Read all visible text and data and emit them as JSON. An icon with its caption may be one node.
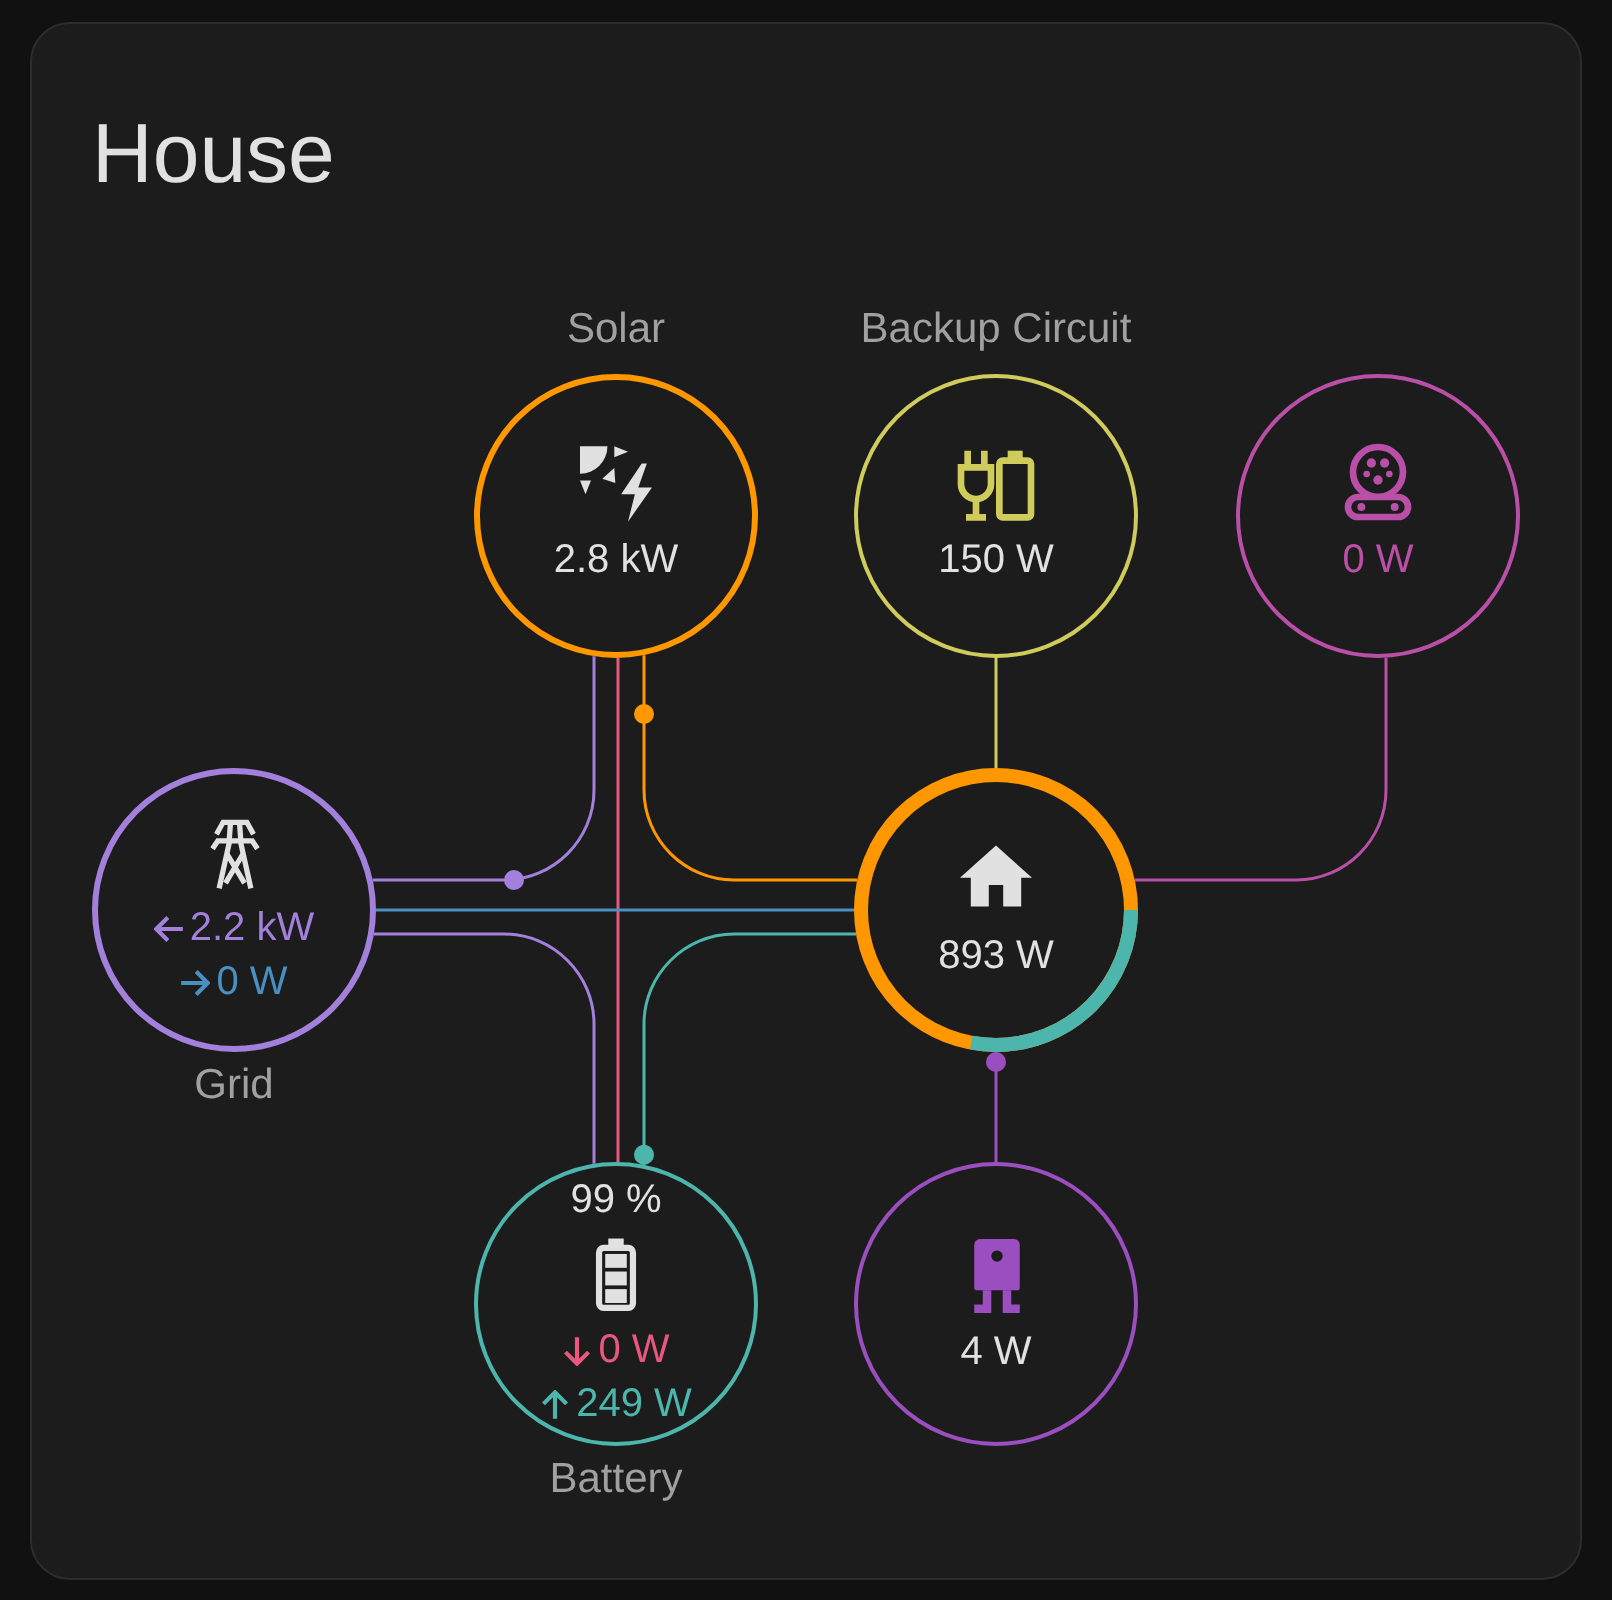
{
  "diagram": {
    "title": "House",
    "nodes": [
      {
        "text": [
          "Solar",
          "2.8 kW"
        ]
      },
      {
        "text": [
          "Backup Circuit",
          "150 W"
        ]
      },
      {
        "text": [
          "0 W"
        ]
      },
      {
        "text": [
          "2.2 kW",
          "0 W",
          "Grid"
        ]
      },
      {
        "text": [
          "893 W"
        ]
      },
      {
        "text": [
          "99 %",
          "0 W",
          "249 W",
          "Battery"
        ]
      },
      {
        "text": [
          "4 W"
        ]
      }
    ],
    "edges": [
      {
        "from": 0,
        "to": 4,
        "arrow": "none",
        "color": "#ff9800"
      },
      {
        "from": 0,
        "to": 3,
        "arrow": "none",
        "color": "#a280db"
      },
      {
        "from": 0,
        "to": 5,
        "arrow": "none",
        "color": "#e8587e"
      },
      {
        "from": 3,
        "to": 4,
        "arrow": "none",
        "color": "#488fc2"
      },
      {
        "from": 3,
        "to": 5,
        "arrow": "none",
        "color": "#a280db"
      },
      {
        "from": 4,
        "to": 5,
        "arrow": "other",
        "color": "#4db6ac"
      },
      {
        "from": 4,
        "to": 1,
        "arrow": "none",
        "color": "#d0cc5b"
      },
      {
        "from": 4,
        "to": 2,
        "arrow": "none",
        "color": "#b94fa6"
      },
      {
        "from": 6,
        "to": 4,
        "arrow": "other",
        "color": "#9b4ebf"
      }
    ]
  }
}
